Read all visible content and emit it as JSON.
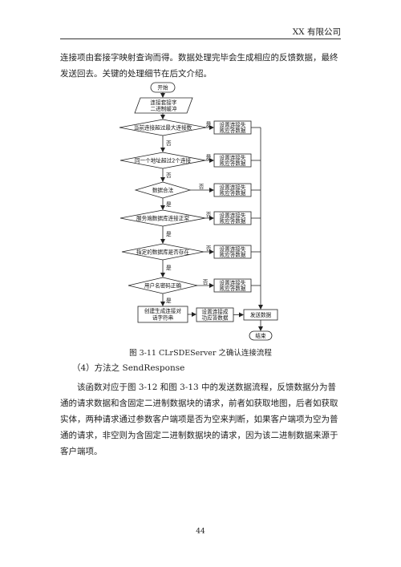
{
  "header": {
    "title": "XX 有限公司"
  },
  "intro_paragraph": "连接项由套接字映射查询而得。数据处理完毕会生成相应的反馈数据，最终发送回去。关键的处理细节在后文介绍。",
  "flowchart": {
    "start": "开始",
    "end": "结束",
    "lookup_line1": "连接套接字",
    "lookup_line2": "二进制缓冲",
    "decisions": [
      {
        "label": "当前连接超过最大连接数",
        "branch": "是"
      },
      {
        "label": "同一个地址超过2个连接",
        "branch": "是"
      },
      {
        "label": "数据合法",
        "branch": "否"
      },
      {
        "label": "服务端数据库连接正常",
        "branch": "否"
      },
      {
        "label": "指定的数据库是否存在",
        "branch": "否"
      },
      {
        "label": "用户名密码正确",
        "branch": "否"
      }
    ],
    "down_labels": [
      "否",
      "否",
      "是",
      "是",
      "是",
      "是"
    ],
    "fail_line1": "设置连接失",
    "fail_line2": "败应答数据",
    "create_line1": "创建生成连接对",
    "create_line2": "话字符串",
    "success_line1": "设置连接成",
    "success_line2": "功应答数据",
    "send": "发送数据"
  },
  "caption": "图 3-11 CLrSDEServer 之确认连接流程",
  "section_heading": "（4）方法之 SendResponse",
  "body_paragraph": "该函数对应于图 3-12 和图 3-13 中的发送数据流程，反馈数据分为普通的请求数据和含固定二进制数据块的请求，前者如获取地图，后者如获取实体，两种请求通过参数客户端项是否为空来判断，如果客户端项为空为普通的请求，非空则为含固定二进制数据块的请求，因为该二进制数据来源于客户端项。",
  "page_number": "44"
}
